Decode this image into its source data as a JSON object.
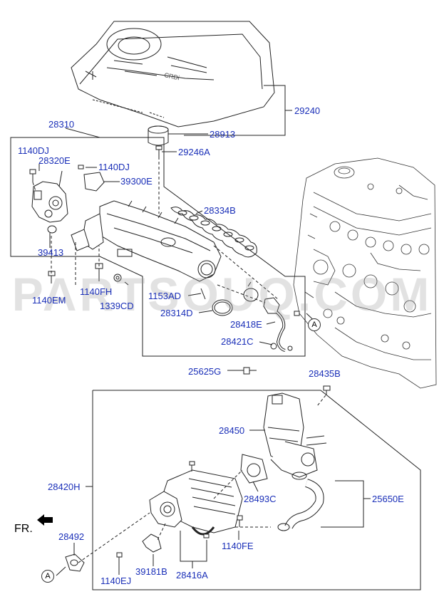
{
  "watermark": "PARTSOUQ.COM",
  "direction_label": "FR.",
  "connector_marker": "A",
  "colors": {
    "label": "#1a2fb8",
    "line": "#222222",
    "watermark": "#c8c8c8"
  },
  "part_labels": {
    "p29240": "29240",
    "p28913": "28913",
    "p28310": "28310",
    "p29246A": "29246A",
    "p1140DJ_a": "1140DJ",
    "p28320E": "28320E",
    "p1140DJ_b": "1140DJ",
    "p39300E": "39300E",
    "p28334B": "28334B",
    "p39413": "39413",
    "p1140EM": "1140EM",
    "p1140FH": "1140FH",
    "p1339CD": "1339CD",
    "p1153AD": "1153AD",
    "p28314D": "28314D",
    "p28418E": "28418E",
    "p28421C": "28421C",
    "p25625G": "25625G",
    "p28435B": "28435B",
    "p28450": "28450",
    "p28420H": "28420H",
    "p28493C": "28493C",
    "p25650E": "25650E",
    "p28492": "28492",
    "p1140FE": "1140FE",
    "p39181B": "39181B",
    "p28416A": "28416A",
    "p1140EJ": "1140EJ"
  }
}
